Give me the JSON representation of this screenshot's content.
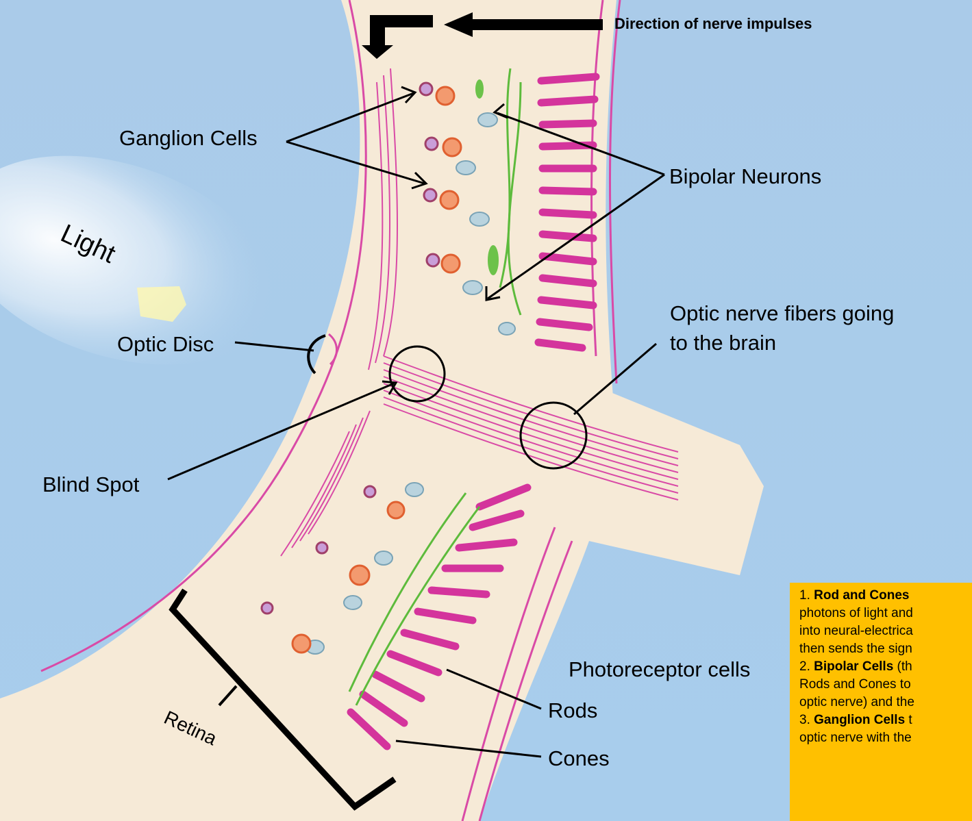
{
  "labels": {
    "direction": "Direction of nerve impulses",
    "ganglion": "Ganglion Cells",
    "bipolar": "Bipolar Neurons",
    "light": "Light",
    "optic_disc": "Optic Disc",
    "optic_nerve_line1": "Optic nerve fibers going",
    "optic_nerve_line2": "to the brain",
    "blind_spot": "Blind Spot",
    "photoreceptor": "Photoreceptor cells",
    "rods": "Rods",
    "cones": "Cones",
    "retina": "Retina"
  },
  "info_box": {
    "line1_num": "1. ",
    "line1_bold": "Rod and Cones",
    "line2": "photons of light and",
    "line3": "into neural-electrica",
    "line4": "then sends the sign",
    "line5_num": "2. ",
    "line5_bold": "Bipolar Cells",
    "line5_rest": " (th",
    "line6": "Rods and Cones to",
    "line7": "optic nerve) and the",
    "line8_num": "3. ",
    "line8_bold": "Ganglion Cells",
    "line8_rest": " t",
    "line9": "optic nerve with the"
  },
  "colors": {
    "background": "#a9cdea",
    "tissue": "#f6ead7",
    "fiber": "#d94aa6",
    "info_box": "#ffc000"
  }
}
